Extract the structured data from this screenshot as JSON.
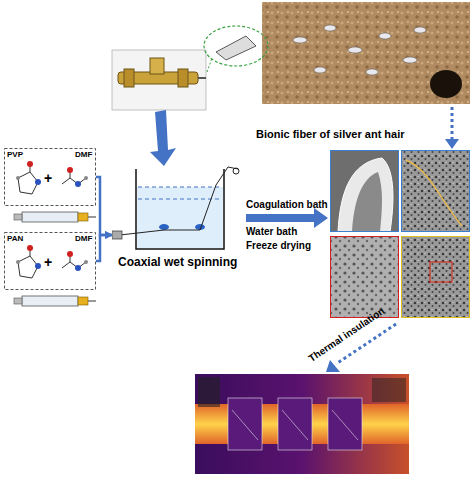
{
  "diagram": {
    "nodes": [
      {
        "text": [
          "PVP",
          "+",
          "DMF"
        ]
      },
      {
        "text": [
          "PAN",
          "+",
          "DMF"
        ]
      },
      {
        "text": [
          "Coaxial wet spinning"
        ]
      }
    ],
    "edges": [
      {
        "from": 0,
        "to": 2,
        "arrow": "to"
      },
      {
        "from": 1,
        "to": 2,
        "arrow": "to"
      }
    ],
    "labels": [
      "Coagulation bath",
      "Water bath",
      "Freeze drying",
      "Bionic fiber of silver ant hair",
      "Thermal insulation"
    ]
  }
}
